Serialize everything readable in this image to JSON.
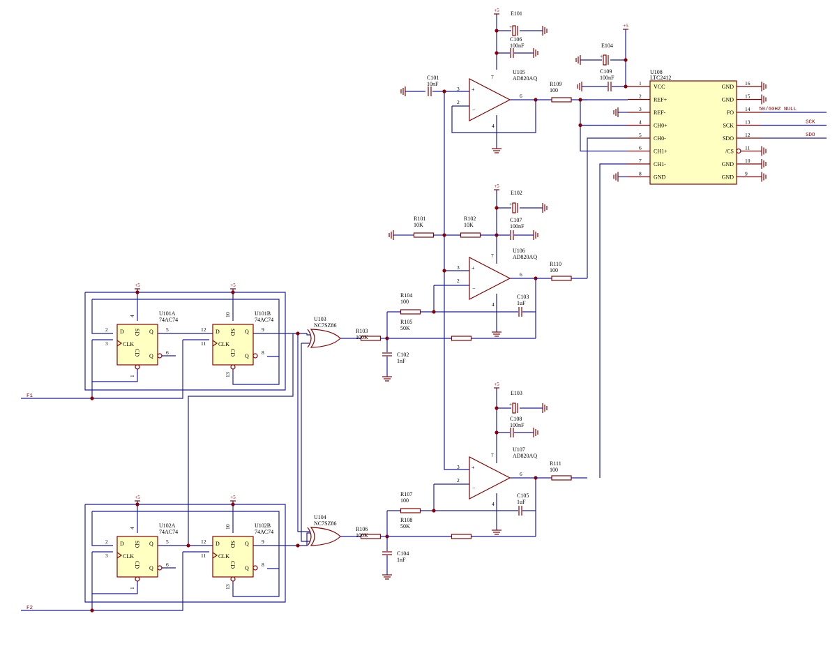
{
  "power": "+5",
  "nets": {
    "f1": "F1",
    "f2": "F2",
    "fo": "50/60HZ NULL",
    "sck": "SCK",
    "sdo": "SDO"
  },
  "flipflops": [
    {
      "ref": "U101A",
      "part": "74AC74",
      "pins": {
        "d": "2",
        "clk": "3",
        "q": "5",
        "qn": "6",
        "sd": "4",
        "cd": "1"
      }
    },
    {
      "ref": "U101B",
      "part": "74AC74",
      "pins": {
        "d": "12",
        "clk": "11",
        "q": "9",
        "qn": "8",
        "sd": "10",
        "cd": "13"
      }
    },
    {
      "ref": "U102A",
      "part": "74AC74",
      "pins": {
        "d": "2",
        "clk": "3",
        "q": "5",
        "qn": "6",
        "sd": "4",
        "cd": "1"
      }
    },
    {
      "ref": "U102B",
      "part": "74AC74",
      "pins": {
        "d": "12",
        "clk": "11",
        "q": "9",
        "qn": "8",
        "sd": "10",
        "cd": "13"
      }
    }
  ],
  "ff_pin_names": {
    "d": "D",
    "clk": "CLK",
    "q": "Q",
    "qn": "Q",
    "sd": "SD",
    "cd": "CD"
  },
  "gates": [
    {
      "ref": "U103",
      "part": "NC7SZ86"
    },
    {
      "ref": "U104",
      "part": "NC7SZ86"
    }
  ],
  "opamps": [
    {
      "ref": "U105",
      "part": "AD820AQ",
      "pins": [
        "3",
        "2",
        "6",
        "7",
        "4"
      ]
    },
    {
      "ref": "U106",
      "part": "AD820AQ",
      "pins": [
        "3",
        "2",
        "6",
        "7",
        "4"
      ]
    },
    {
      "ref": "U107",
      "part": "AD820AQ",
      "pins": [
        "3",
        "2",
        "6",
        "7",
        "4"
      ]
    }
  ],
  "resistors": [
    {
      "ref": "R101",
      "value": "10K"
    },
    {
      "ref": "R102",
      "value": "10K"
    },
    {
      "ref": "R103",
      "value": "100K"
    },
    {
      "ref": "R104",
      "value": "100"
    },
    {
      "ref": "R105",
      "value": "50K"
    },
    {
      "ref": "R106",
      "value": "100K"
    },
    {
      "ref": "R107",
      "value": "100"
    },
    {
      "ref": "R108",
      "value": "50K"
    },
    {
      "ref": "R109",
      "value": "100"
    },
    {
      "ref": "R110",
      "value": "100"
    },
    {
      "ref": "R111",
      "value": "100"
    }
  ],
  "capacitors": [
    {
      "ref": "C101",
      "value": "10nF"
    },
    {
      "ref": "C102",
      "value": "1nF"
    },
    {
      "ref": "C103",
      "value": "1uF"
    },
    {
      "ref": "C104",
      "value": "1nF"
    },
    {
      "ref": "C105",
      "value": "1uF"
    },
    {
      "ref": "C106",
      "value": "100nF"
    },
    {
      "ref": "C107",
      "value": "100nF"
    },
    {
      "ref": "C108",
      "value": "100nF"
    },
    {
      "ref": "C109",
      "value": "100nF"
    }
  ],
  "electrolytics": [
    "E101",
    "E102",
    "E103",
    "E104"
  ],
  "adc": {
    "ref": "U108",
    "part": "LTC2412",
    "left_pins": [
      {
        "num": "1",
        "name": "VCC"
      },
      {
        "num": "2",
        "name": "REF+"
      },
      {
        "num": "3",
        "name": "REF-"
      },
      {
        "num": "4",
        "name": "CH0+"
      },
      {
        "num": "5",
        "name": "CH0-"
      },
      {
        "num": "6",
        "name": "CH1+"
      },
      {
        "num": "7",
        "name": "CH1-"
      },
      {
        "num": "8",
        "name": "GND"
      }
    ],
    "right_pins": [
      {
        "num": "16",
        "name": "GND"
      },
      {
        "num": "15",
        "name": "GND"
      },
      {
        "num": "14",
        "name": "FO"
      },
      {
        "num": "13",
        "name": "SCK"
      },
      {
        "num": "12",
        "name": "SDO"
      },
      {
        "num": "11",
        "name": "/CS"
      },
      {
        "num": "10",
        "name": "GND"
      },
      {
        "num": "9",
        "name": "GND"
      }
    ]
  },
  "colors": {
    "wire": "#1a1aa6",
    "component": "#8b0000",
    "chip_fill": "#ffffc2"
  }
}
